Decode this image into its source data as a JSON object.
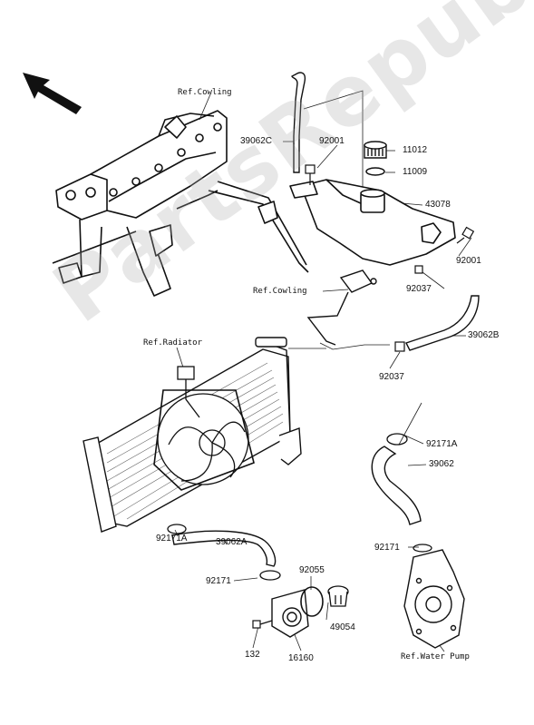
{
  "watermark": "PartsRepublik",
  "references": {
    "cowling_top": "Ref.Cowling",
    "cowling_mid": "Ref.Cowling",
    "radiator": "Ref.Radiator",
    "water_pump": "Ref.Water Pump"
  },
  "part_numbers": {
    "p39062C": "39062C",
    "p92001_top": "92001",
    "p11012": "11012",
    "p11009": "11009",
    "p43078": "43078",
    "p92001_right": "92001",
    "p92037_mid": "92037",
    "p39062B": "39062B",
    "p92037_low": "92037",
    "p92171A_right": "92171A",
    "p39062": "39062",
    "p92171_right": "92171",
    "p92171A_left": "92171A",
    "p39062A": "39062A",
    "p92171_left": "92171",
    "p92055": "92055",
    "p49054": "49054",
    "p132": "132",
    "p16160": "16160"
  }
}
